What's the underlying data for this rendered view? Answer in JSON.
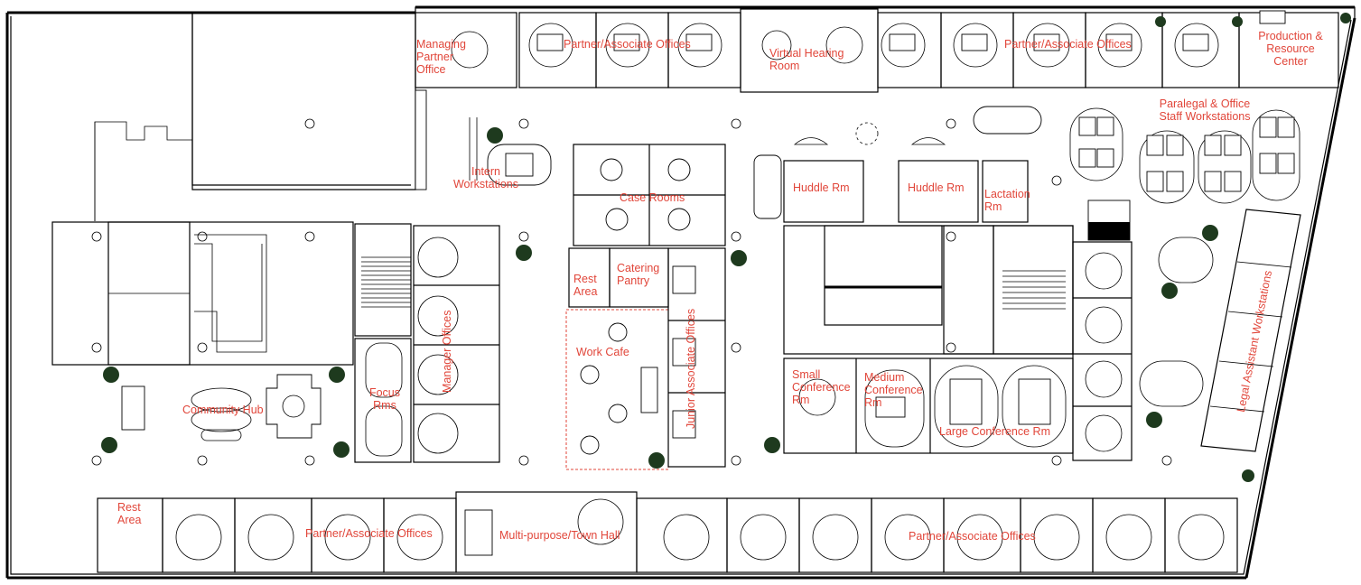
{
  "plan": {
    "rooms": {
      "managing_partner": "Managing Partner Office",
      "partner_assoc_top_1": "Partner/Associate Offices",
      "virtual_hearing": "Virtual Hearing Room",
      "partner_assoc_top_2": "Partner/Associate Offices",
      "production": "Production & Resource Center",
      "paralegal": "Paralegal & Office Staff Workstations",
      "intern": "Intern Workstations",
      "case_rooms": "Case Rooms",
      "huddle_1": "Huddle Rm",
      "huddle_2": "Huddle Rm",
      "lactation": "Lactation Rm",
      "rest_area_center": "Rest Area",
      "catering": "Catering Pantry",
      "work_cafe": "Work Cafe",
      "junior_assoc": "Junior Associate Offices",
      "manager_offices": "Manager Offices",
      "focus_rms": "Focus Rms",
      "community_hub": "Community Hub",
      "small_conf": "Small Conference Rm",
      "medium_conf": "Medium Conference Rm",
      "large_conf": "Large Conference Rm",
      "legal_assistant": "Legal Assistant Workstations",
      "rest_area_left": "Rest Area",
      "partner_assoc_bottom_1": "Partner/Associate Offices",
      "multipurpose": "Multi-purpose/Town Hall",
      "partner_assoc_bottom_2": "Partner/Associate Offices"
    },
    "colors": {
      "label": "#e1463a",
      "wall": "#000000",
      "plant": "#1e3a1e",
      "background": "#ffffff"
    }
  }
}
